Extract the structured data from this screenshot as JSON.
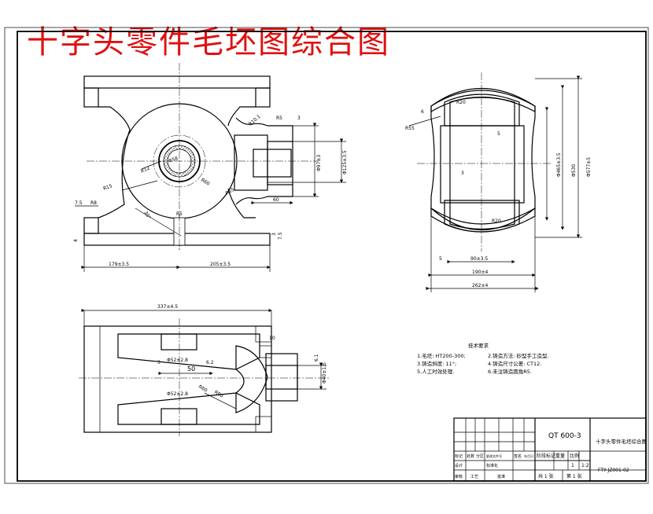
{
  "title": "十字头零件毛坯图综合图",
  "top_view": {
    "dims_left": [
      "7.5",
      "R8"
    ],
    "dim_angle": "30°",
    "radii": [
      "R15",
      "R12",
      "R60",
      "R65",
      "R10.1"
    ],
    "dim_center": "Φ58",
    "dims_bottom": [
      "179±3.5",
      "205±3.5"
    ],
    "dims_right_small": [
      "R5",
      "3"
    ],
    "dim_right_60": "60",
    "dims_vertical": [
      "Φ97±3",
      "Φ125±3.5"
    ],
    "dims_right_bottom": [
      "7.5",
      "3"
    ],
    "dim_bottom_hub": "R5",
    "dim_small_left": "4"
  },
  "front_view": {
    "dim_top": "337±4.5",
    "dim_50": "50",
    "dim_small": [
      "3",
      "6.2",
      "10",
      "6.1"
    ],
    "dims_holes": [
      "Φ52±2.8",
      "Φ52±2.8"
    ],
    "dims_radii": [
      "R90",
      "R60"
    ],
    "dim_right_dia": "Φ40±1.5"
  },
  "side_view": {
    "dims_left": [
      "R55",
      "6"
    ],
    "dims_vertical": [
      "Φ465±3.5",
      "Φ530",
      "Φ577±5"
    ],
    "dims_bottom": [
      "5",
      "90±3.5",
      "190±4",
      "262±4"
    ],
    "dims_inner": [
      "R20",
      "R20",
      "5",
      "3"
    ]
  },
  "tech": {
    "heading": "技术要求",
    "items": [
      "1.毛坯: HT200-300;",
      "3.铸造斜度: 11°;",
      "5.人工时效处理.",
      "2.铸造方法: 砂型手工造型.",
      "4.铸造尺寸公差: CT12.",
      "6.未注铸造圆角R5."
    ]
  },
  "title_block": {
    "material": "QT 600-3",
    "name": "十字头零件毛坯综合图",
    "drawing_no": "FTY-JZ001-02",
    "scale": "1:2",
    "qty": "1",
    "sheets_total": "共 1 张",
    "sheet_no": "第 1 张",
    "stage_label": "阶段标记",
    "weight_label": "重量",
    "scale_label": "比例",
    "row_labels": [
      "标记",
      "处数",
      "分区",
      "更改文件号",
      "签名",
      "年月日"
    ],
    "role_labels": [
      "设计",
      "标准化",
      "审核",
      "工艺",
      "批准"
    ]
  }
}
